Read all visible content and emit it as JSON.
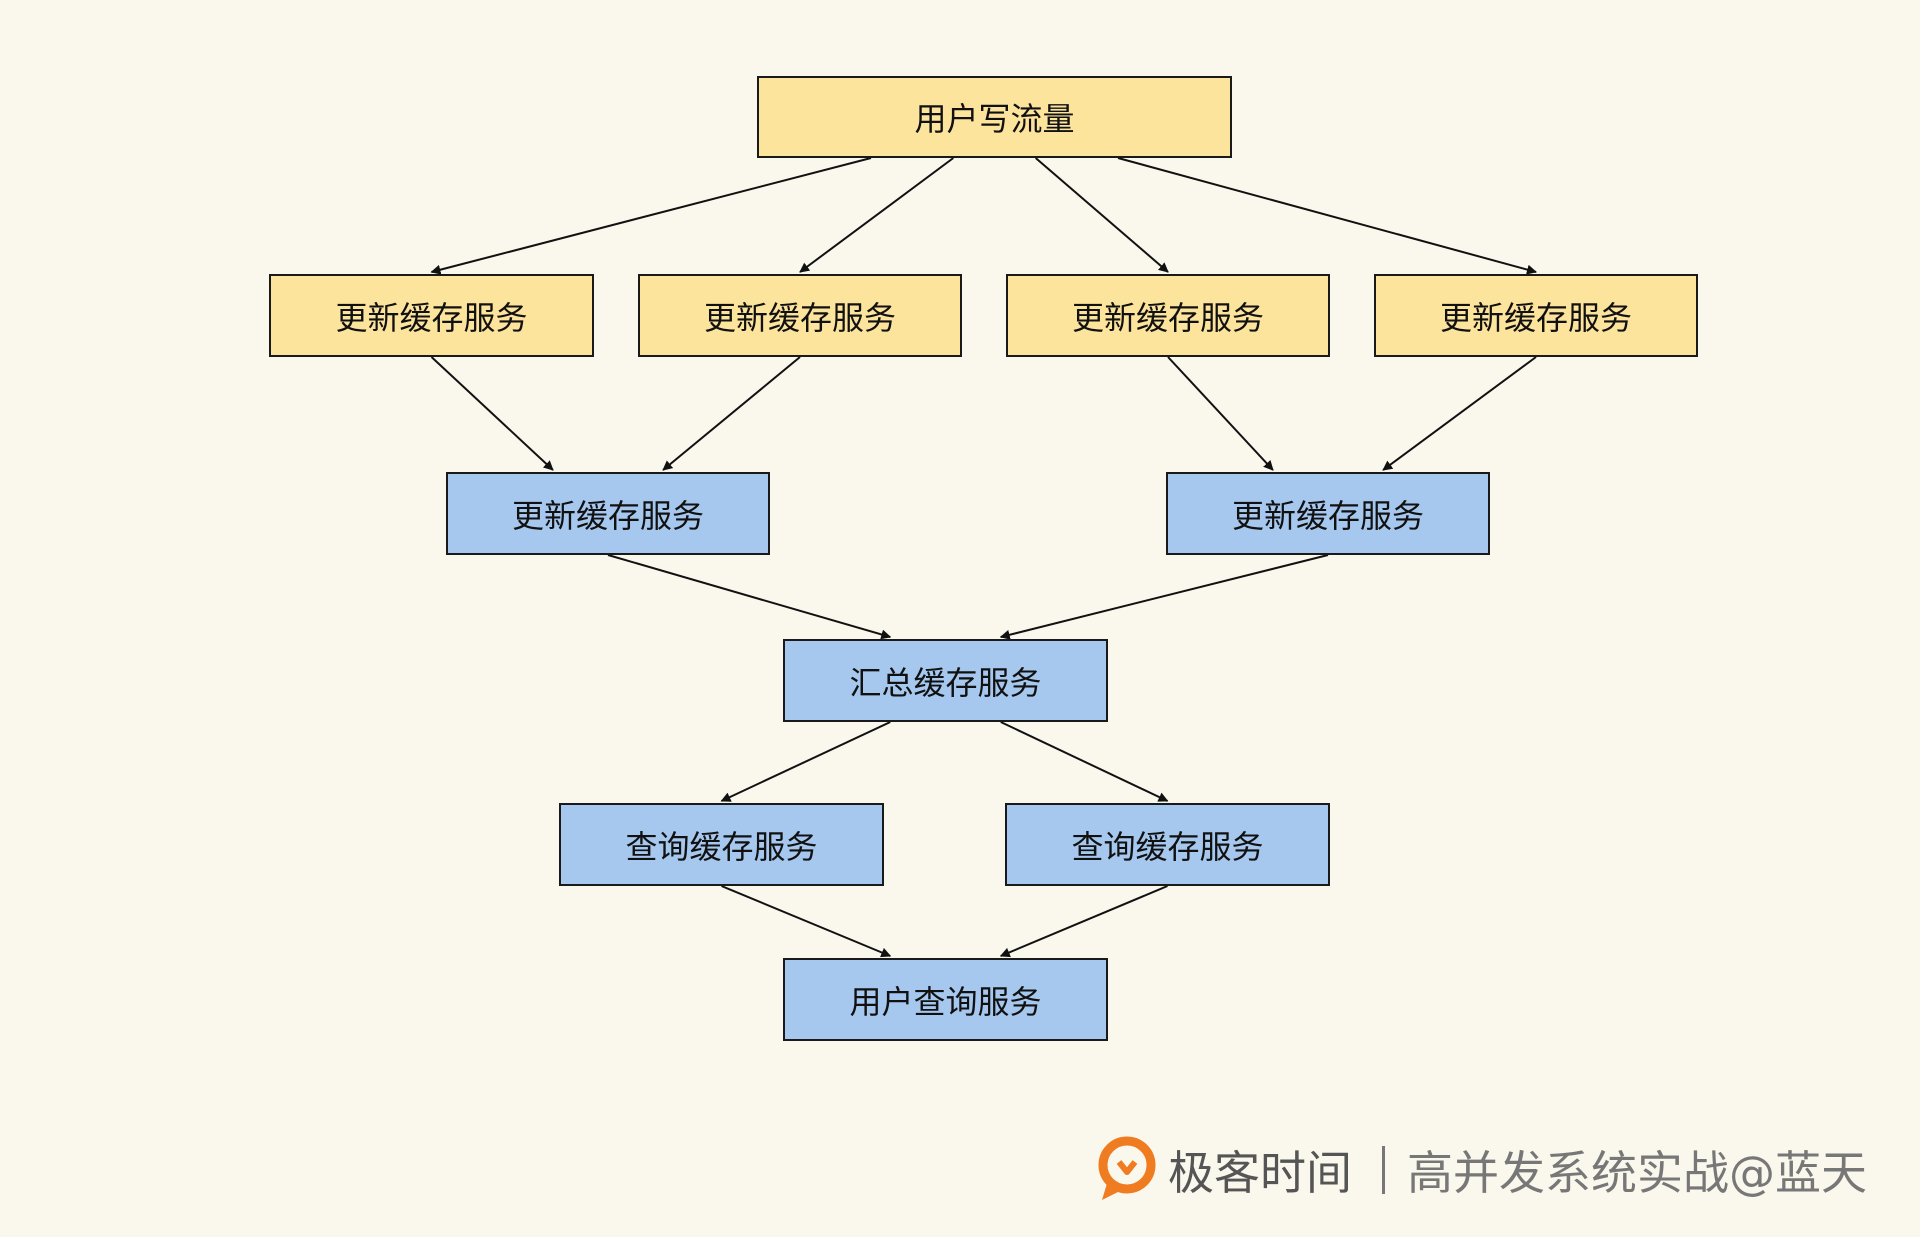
{
  "nodes": {
    "write_traffic": "用户写流量",
    "update_1": "更新缓存服务",
    "update_2": "更新缓存服务",
    "update_3": "更新缓存服务",
    "update_4": "更新缓存服务",
    "update_5": "更新缓存服务",
    "update_6": "更新缓存服务",
    "aggregate": "汇总缓存服务",
    "query_1": "查询缓存服务",
    "query_2": "查询缓存服务",
    "user_query": "用户查询服务"
  },
  "edges": [
    [
      "write_traffic",
      "update_1"
    ],
    [
      "write_traffic",
      "update_2"
    ],
    [
      "write_traffic",
      "update_3"
    ],
    [
      "write_traffic",
      "update_4"
    ],
    [
      "update_1",
      "update_5"
    ],
    [
      "update_2",
      "update_5"
    ],
    [
      "update_3",
      "update_6"
    ],
    [
      "update_4",
      "update_6"
    ],
    [
      "update_5",
      "aggregate"
    ],
    [
      "update_6",
      "aggregate"
    ],
    [
      "aggregate",
      "query_1"
    ],
    [
      "aggregate",
      "query_2"
    ],
    [
      "query_1",
      "user_query"
    ],
    [
      "query_2",
      "user_query"
    ]
  ],
  "colors": {
    "background": "#faf7ec",
    "yellow_node": "#fde49c",
    "blue_node": "#a6c8ee",
    "border": "#1a1a1a",
    "logo_orange": "#f07c21"
  },
  "watermark": {
    "logo_icon": "geektime-logo-icon",
    "brand": "极客时间",
    "course": "高并发系统实战@蓝天"
  }
}
